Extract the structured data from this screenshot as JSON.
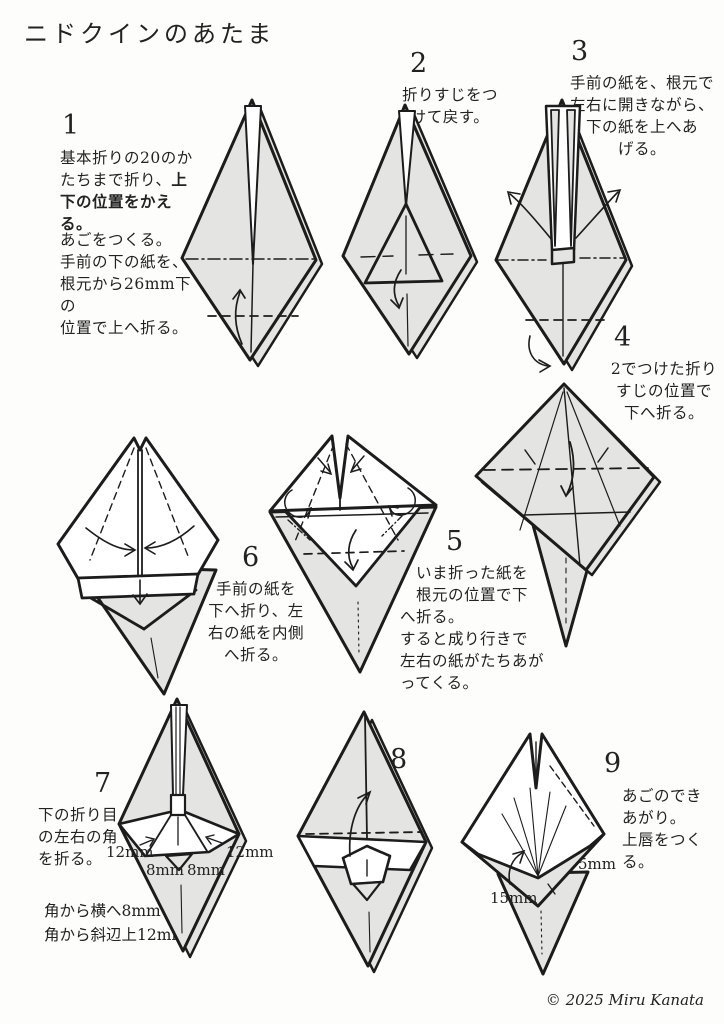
{
  "page": {
    "title": "ニドクインのあたま",
    "copyright": "© 2025 Miru Kanata"
  },
  "colors": {
    "paper": "#e4e4e2",
    "line": "#1c1c1c",
    "bg": "#fdfdfc"
  },
  "steps": {
    "s1": {
      "num": "1",
      "para1": "基本折りの20のか\nたちまで折り、",
      "para1_bold": "上\n下の位置をかえる。",
      "para2": "あごをつくる。\n手前の下の紙を、\n根元から26mm下の\n位置で上へ折る。"
    },
    "s2": {
      "num": "2",
      "text": "折りすじをつ\nけて戻す。"
    },
    "s3": {
      "num": "3",
      "text": "手前の紙を、根元で\n左右に開きながら、\n下の紙を上へあ\nげる。"
    },
    "s4": {
      "num": "4",
      "text": "2でつけた折り\nすじの位置で\n下へ折る。"
    },
    "s5": {
      "num": "5",
      "text": "　いま折った紙を\n　根元の位置で下\nへ折る。\nすると成り行きで\n左右の紙がたちあが\nってくる。"
    },
    "s6": {
      "num": "6",
      "text": "手前の紙を\n下へ折り、左\n右の紙を内側\nへ折る。"
    },
    "s7": {
      "num": "7",
      "text": "下の折り目\nの左右の角\nを折る。",
      "notes": "角から横へ8mm\n角から斜辺上12mm"
    },
    "s8": {
      "num": "8"
    },
    "s9": {
      "num": "9",
      "text": "あごのでき\nあがり。\n上唇をつく\nる。"
    }
  },
  "measurements": {
    "step7_left": "12mm",
    "step7_right": "12mm",
    "step7_inner_left": "8mm",
    "step7_inner_right": "8mm",
    "step9_edge": "5mm",
    "step9_inner": "15mm"
  }
}
